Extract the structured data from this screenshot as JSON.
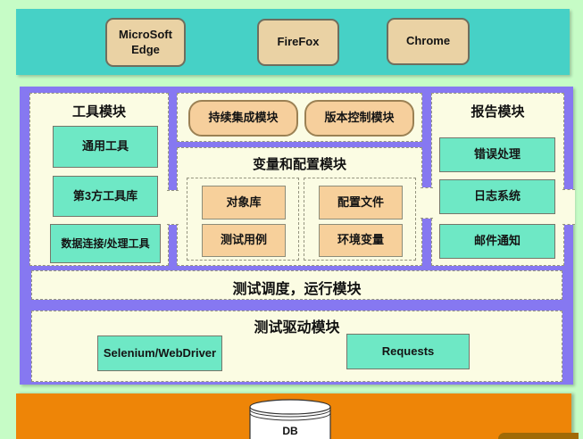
{
  "colors": {
    "page_bg": "#c6fcc6",
    "browser_band_bg": "#46d1c6",
    "framework_bg": "#8678f1",
    "panel_bg": "#fbfce3",
    "node_mint": "#6ee8c5",
    "node_tan_browser": "#ead2a4",
    "node_peach": "#f7d09b",
    "module_pill_peach": "#f6cf9c",
    "db_band_bg": "#ee8507"
  },
  "browser_band": {
    "browsers": [
      "MicroSoft Edge",
      "FireFox",
      "Chrome"
    ]
  },
  "framework": {
    "tools_module": {
      "title": "工具模块",
      "items": [
        "通用工具",
        "第3方工具库",
        "数据连接/处理工具"
      ]
    },
    "integration_row": {
      "items": [
        "持续集成模块",
        "版本控制模块"
      ]
    },
    "config_module": {
      "title": "变量和配置模块",
      "groups": [
        {
          "items": [
            "对象库",
            "测试用例"
          ]
        },
        {
          "items": [
            "配置文件",
            "环境变量"
          ]
        }
      ]
    },
    "report_module": {
      "title": "报告模块",
      "items": [
        "错误处理",
        "日志系统",
        "邮件通知"
      ]
    },
    "scheduler_module": {
      "title": "测试调度，运行模块"
    },
    "driver_module": {
      "title": "测试驱动模块",
      "items": [
        "Selenium/WebDriver",
        "Requests"
      ]
    }
  },
  "db_band": {
    "db_label": "DB"
  }
}
